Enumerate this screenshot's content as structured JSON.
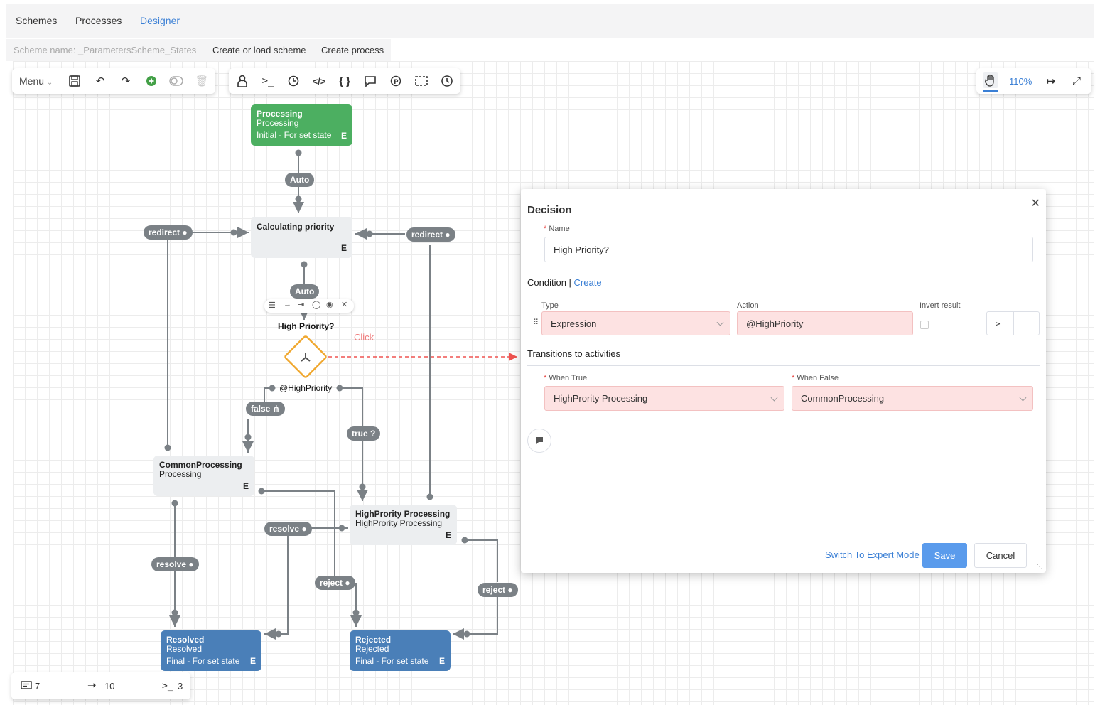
{
  "nav": {
    "items": [
      "Schemes",
      "Processes",
      "Designer"
    ],
    "active": "Designer"
  },
  "subbar": {
    "scheme_name": "Scheme name: _ParametersScheme_States",
    "create_load": "Create or load scheme",
    "create_process": "Create process"
  },
  "toolbar": {
    "menu_label": "Menu",
    "zoom": "110%"
  },
  "nodes": {
    "processing": {
      "title": "Processing",
      "subtitle": "Processing",
      "state": "Initial - For set state",
      "flag": "E"
    },
    "calculating": {
      "title": "Calculating priority",
      "flag": "E"
    },
    "common": {
      "title": "CommonProcessing",
      "subtitle": "Processing",
      "flag": "E"
    },
    "high": {
      "title": "HighPrority Processing",
      "subtitle": "HighPrority Processing",
      "flag": "E"
    },
    "resolved": {
      "title": "Resolved",
      "subtitle": "Resolved",
      "state": "Final - For set state",
      "flag": "E"
    },
    "rejected": {
      "title": "Rejected",
      "subtitle": "Rejected",
      "state": "Final - For set state",
      "flag": "E"
    }
  },
  "links": {
    "auto1": "Auto",
    "auto2": "Auto",
    "redirect_left": "redirect",
    "redirect_right": "redirect",
    "false_label": "false",
    "true_label": "true",
    "resolve_mid": "resolve",
    "resolve_left": "resolve",
    "reject_mid": "reject",
    "reject_right": "reject",
    "condition_expr": "@HighPriority"
  },
  "decision_node": {
    "label": "High Priority?",
    "click_hint": "Click"
  },
  "dialog": {
    "title": "Decision",
    "name_label": "Name",
    "name_value": "High Priority?",
    "condition_label": "Condition",
    "condition_create": "Create",
    "type_label": "Type",
    "type_value": "Expression",
    "action_label": "Action",
    "action_value": "@HighPriority",
    "invert_label": "Invert result",
    "transitions_label": "Transitions to activities",
    "when_true_label": "When True",
    "when_true_value": "HighPrority Processing",
    "when_false_label": "When False",
    "when_false_value": "CommonProcessing",
    "expert_mode": "Switch To Expert Mode",
    "save": "Save",
    "cancel": "Cancel"
  },
  "status": {
    "activities": "7",
    "transitions": "10",
    "commands": "3"
  }
}
